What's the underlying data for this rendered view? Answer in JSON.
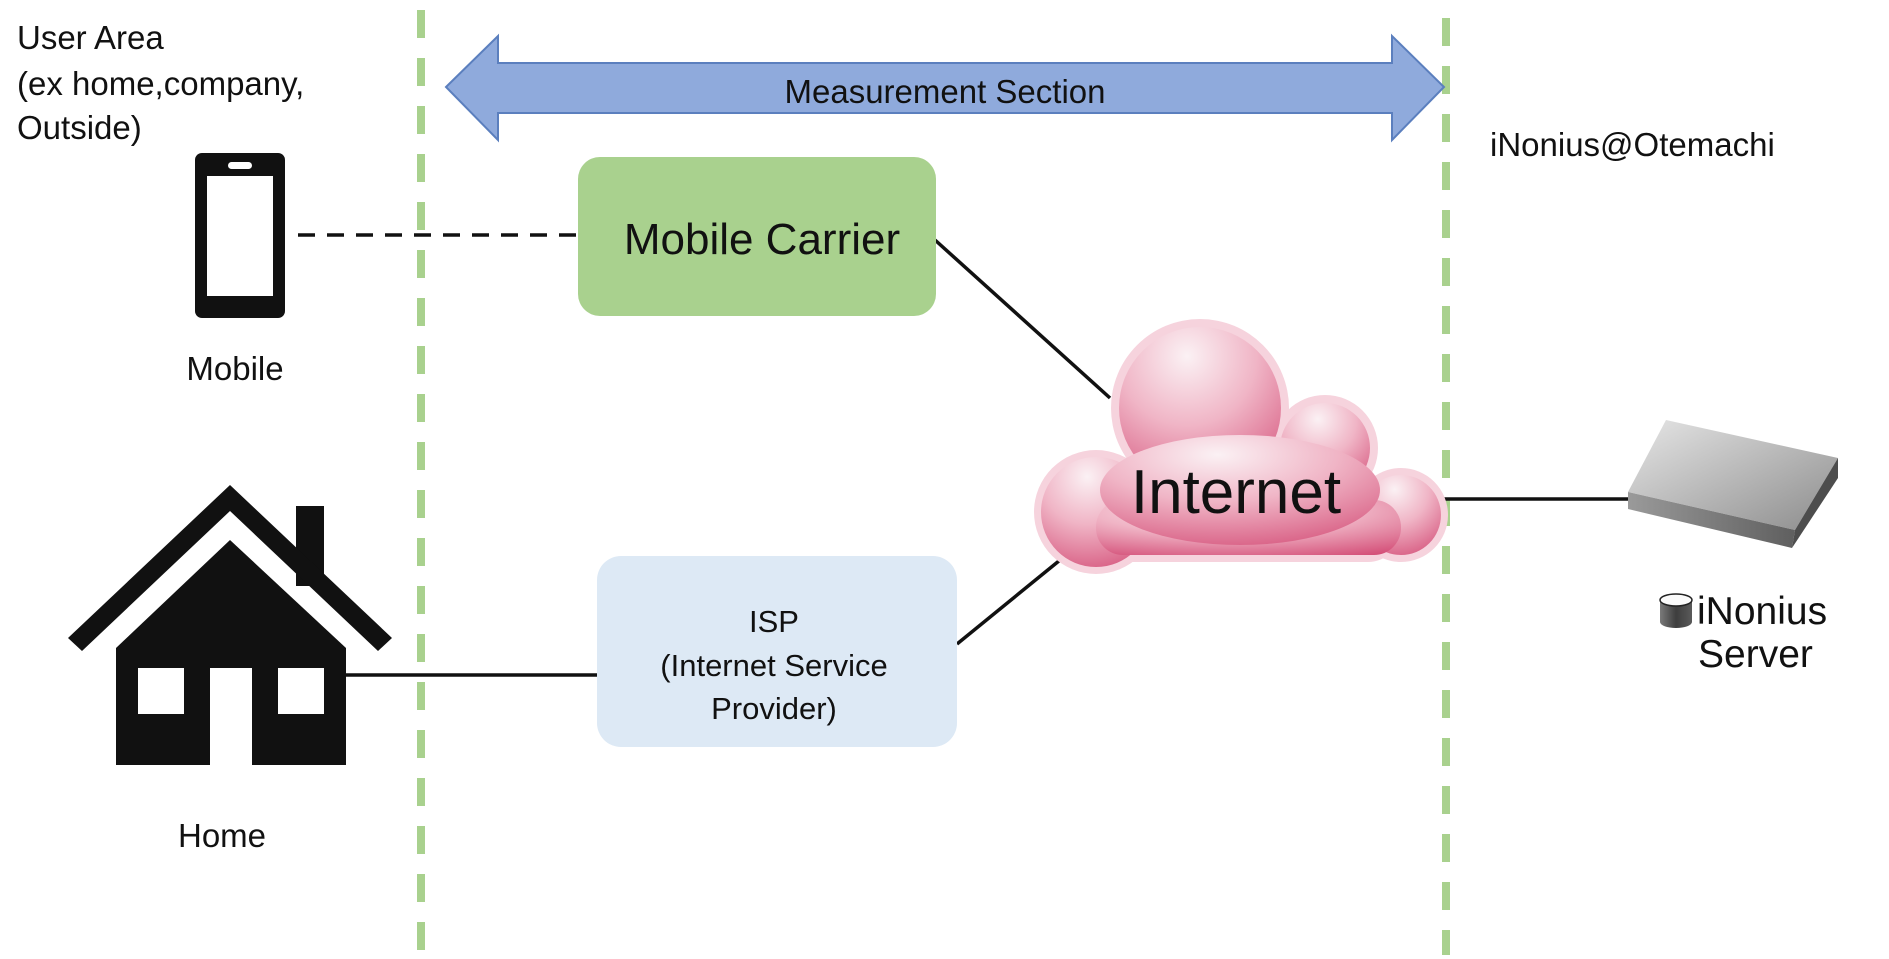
{
  "user_area": {
    "line1": "User Area",
    "line2": "(ex home,company,",
    "line3": "Outside)"
  },
  "measurement": {
    "label": "Measurement Section"
  },
  "location": {
    "label": "iNonius@Otemachi"
  },
  "mobile": {
    "label": "Mobile"
  },
  "home": {
    "label": "Home"
  },
  "mobile_carrier": {
    "label": "Mobile Carrier"
  },
  "isp": {
    "line1": "ISP",
    "line2": "(Internet Service",
    "line3": "Provider)"
  },
  "internet": {
    "label": "Internet"
  },
  "server": {
    "line1": "iNonius",
    "line2": "Server"
  },
  "colors": {
    "boundary": "#a9d18e",
    "arrow": "#8faadc",
    "carrier_box": "#a9d18e",
    "isp_box": "#dde9f5",
    "cloud": "#e27c99"
  },
  "icons": {
    "mobile": "smartphone-icon",
    "home": "house-icon",
    "server": "server-appliance-icon",
    "database": "database-icon"
  }
}
